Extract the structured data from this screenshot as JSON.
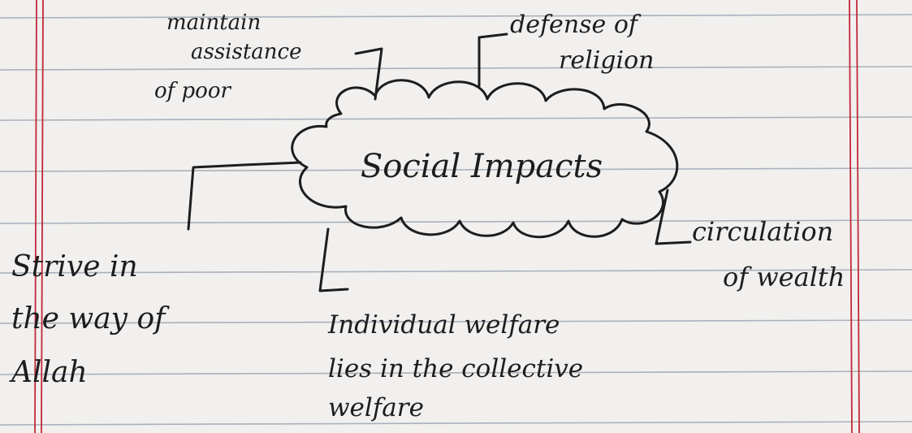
{
  "paper": {
    "background": "#f1f0ee",
    "rule_color": "#a9b1bc",
    "margin_color": "#c2283a",
    "ink_color": "#1d1d1f"
  },
  "center": {
    "label": "Social Impacts"
  },
  "branches": [
    {
      "id": "assistance",
      "lines": [
        "maintain",
        "assistance",
        "of poor"
      ]
    },
    {
      "id": "defense",
      "lines": [
        "defense of",
        "religion"
      ]
    },
    {
      "id": "strive",
      "lines": [
        "Strive in",
        "the way of",
        "Allah"
      ]
    },
    {
      "id": "individual",
      "lines": [
        "Individual welfare",
        "lies in the collective",
        "welfare"
      ]
    },
    {
      "id": "circulation",
      "lines": [
        "circulation",
        "of wealth"
      ]
    }
  ]
}
